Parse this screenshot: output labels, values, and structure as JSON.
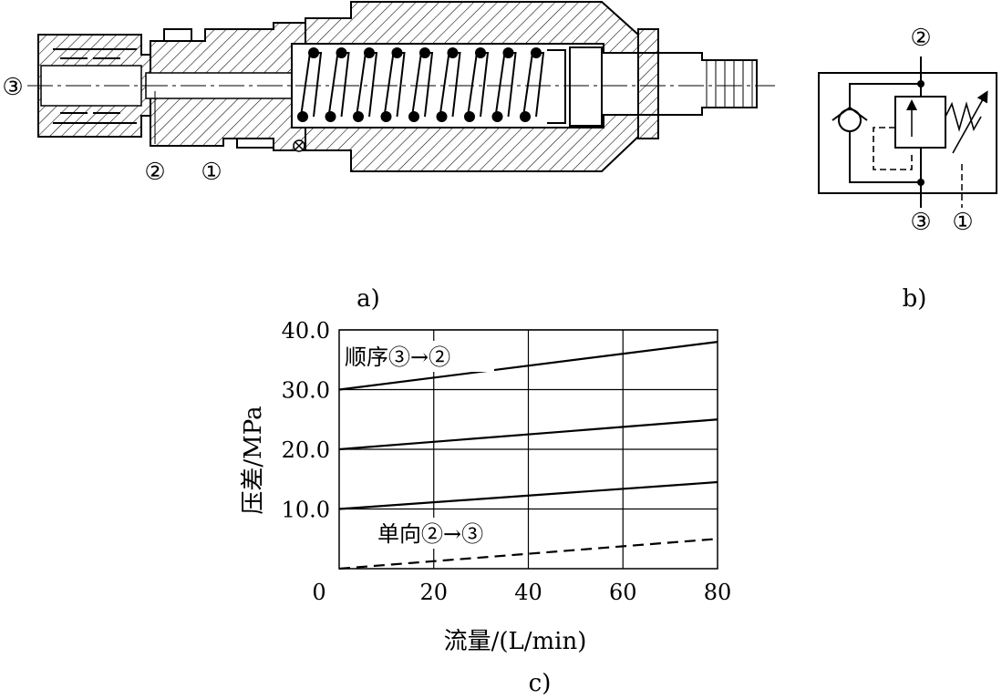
{
  "panels": {
    "a": {
      "caption": "a)",
      "port_labels": {
        "left_port": "③",
        "lower_port_2": "②",
        "lower_port_1": "①"
      }
    },
    "b": {
      "caption": "b)",
      "port_labels": {
        "top": "②",
        "bottom_left": "③",
        "bottom_right": "①"
      }
    },
    "c": {
      "caption": "c)"
    }
  },
  "chart_data": {
    "type": "line",
    "xlabel": "流量/(L/min)",
    "ylabel": "压差/MPa",
    "x_ticks": [
      "0",
      "20",
      "40",
      "60",
      "80"
    ],
    "y_ticks": [
      "10.0",
      "20.0",
      "30.0",
      "40.0"
    ],
    "xlim": [
      0,
      80
    ],
    "ylim": [
      0,
      40
    ],
    "grid": true,
    "annotations": [
      {
        "text": "顺序③→②",
        "near_series": 2
      },
      {
        "text": "单向②→③",
        "near_series": 3
      }
    ],
    "series": [
      {
        "x": [
          0,
          80
        ],
        "y": [
          10,
          14.5
        ],
        "style": "solid"
      },
      {
        "x": [
          0,
          80
        ],
        "y": [
          20,
          25
        ],
        "style": "solid"
      },
      {
        "x": [
          0,
          80
        ],
        "y": [
          30,
          38
        ],
        "style": "solid"
      },
      {
        "x": [
          0,
          80
        ],
        "y": [
          0,
          5
        ],
        "style": "dashed"
      }
    ]
  }
}
